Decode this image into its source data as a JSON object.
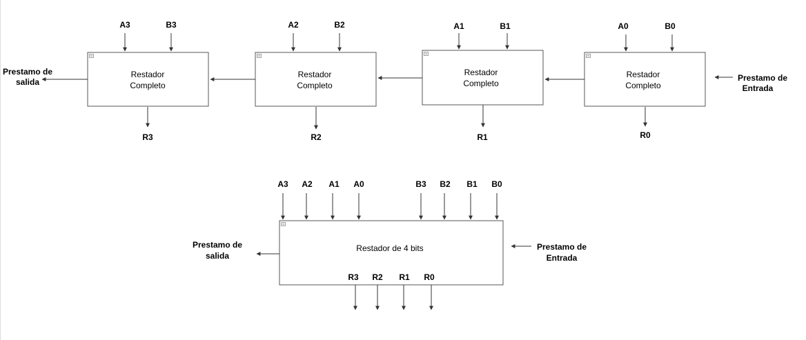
{
  "full_subtractor": {
    "line1": "Restador",
    "line2": "Completo"
  },
  "stages": [
    {
      "a": "A3",
      "b": "B3",
      "r": "R3"
    },
    {
      "a": "A2",
      "b": "B2",
      "r": "R2"
    },
    {
      "a": "A1",
      "b": "B1",
      "r": "R1"
    },
    {
      "a": "A0",
      "b": "B0",
      "r": "R0"
    }
  ],
  "borrow_out": {
    "line1": "Prestamo de",
    "line2": "salida"
  },
  "borrow_in": {
    "line1": "Prestamo de",
    "line2": "Entrada"
  },
  "block4": {
    "title": "Restador de 4 bits",
    "a_inputs": [
      "A3",
      "A2",
      "A1",
      "A0"
    ],
    "b_inputs": [
      "B3",
      "B2",
      "B1",
      "B0"
    ],
    "outputs": [
      "R3",
      "R2",
      "R1",
      "R0"
    ]
  }
}
